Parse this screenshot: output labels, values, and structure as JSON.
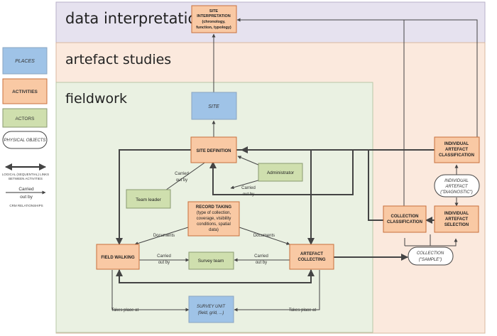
{
  "layers": {
    "data_interpretation": "data interpretation",
    "artefact_studies": "artefact studies",
    "fieldwork": "fieldwork"
  },
  "legend": {
    "places": "PLACES",
    "activities": "ACTIVITIES",
    "actors": "ACTORS",
    "physical_objects": "PHYSICAL OBJECTS",
    "logical_line1": "LOGICAL (SEQUENTIAL) LINKS",
    "logical_line2": "BETWEEN ACTIVITIES",
    "carried_line1": "Carried",
    "carried_line2": "out by",
    "crm": "CRM RELATIONSHIPS"
  },
  "nodes": {
    "site_interpretation": {
      "line1": "SITE",
      "line2": "INTERPRETATION",
      "line3": "(chronology,",
      "line4": "function, typology)"
    },
    "site": "SITE",
    "site_definition": "SITE DEFINITION",
    "administrator": "Administrator",
    "team_leader": "Team leader",
    "record_taking": {
      "line1": "RECORD TAKING",
      "line2": "(type of collection,",
      "line3": "coverage, visibility",
      "line4": "conditions, spatial",
      "line5": "data)"
    },
    "field_walking": "FIELD WALKING",
    "survey_team": "Survey team",
    "artefact_collecting": {
      "line1": "ARTEFACT",
      "line2": "COLLECTING"
    },
    "survey_unit": {
      "line1": "SURVEY UNIT",
      "line2": "(field, grid, ...)"
    },
    "collection_classification": {
      "line1": "COLLECTION",
      "line2": "CLASSIFICATION"
    },
    "individual_artefact_selection": {
      "line1": "INDIVIDUAL",
      "line2": "ARTEFACT",
      "line3": "SELECTION"
    },
    "individual_artefact_classification": {
      "line1": "INDIVIDUAL",
      "line2": "ARTEFACT",
      "line3": "CLASSIFICATION"
    },
    "individual_artefact_diagnostic": {
      "line1": "INDIVIDUAL",
      "line2": "ARTEFACT",
      "line3": "(\"DIAGNOSTIC\")"
    },
    "collection_sample": {
      "line1": "COLLECTION",
      "line2": "(\"SAMPLE\")"
    }
  },
  "edge_labels": {
    "carried": "Carried",
    "out_by": "out by",
    "carried_admin": "Carried",
    "out_by_admin": "out by",
    "documents": "Documents",
    "takes_place_at": "Takes place at"
  },
  "colors": {
    "activity_fill": "#f9c9a4",
    "activity_stroke": "#c8703c",
    "place_fill": "#9fc3e7",
    "actor_fill": "#cfdfae",
    "interp_band": "#e6e2ef",
    "artefact_band": "#fbe9dd",
    "fieldwork_band": "#eaf1e2"
  }
}
